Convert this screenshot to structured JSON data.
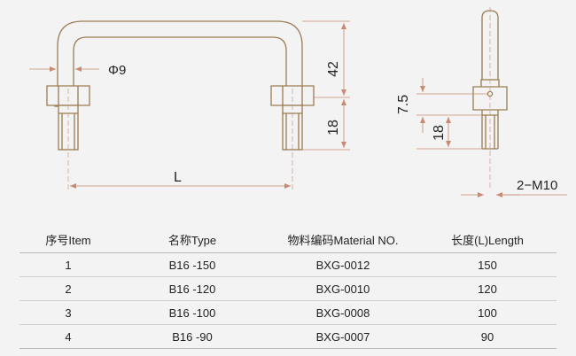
{
  "labels": {
    "diameter": "Φ9",
    "height_upper": "42",
    "height_thread": "18",
    "length": "L",
    "side_dim_upper": "7.5",
    "side_dim_thread": "18",
    "thread_spec": "2−M10"
  },
  "table": {
    "headers": [
      "序号Item",
      "名称Type",
      "物料编码Material NO.",
      "长度(L)Length"
    ],
    "rows": [
      [
        "1",
        "B16 -150",
        "BXG-0012",
        "150"
      ],
      [
        "2",
        "B16 -120",
        "BXG-0010",
        "120"
      ],
      [
        "3",
        "B16 -100",
        "BXG-0008",
        "100"
      ],
      [
        "4",
        "B16 -90",
        "BXG-0007",
        "90"
      ]
    ]
  },
  "colors": {
    "outline": "#9a7d52",
    "dimension": "#c98a72",
    "text": "#222222"
  }
}
